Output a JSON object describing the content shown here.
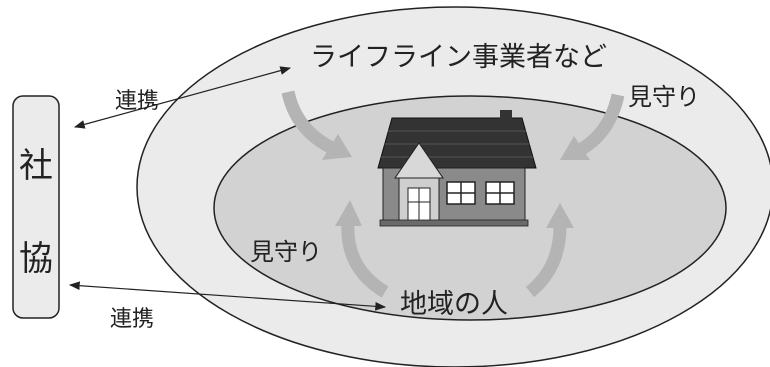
{
  "diagram": {
    "outer_label": "ライフライン事業者など",
    "inner_label": "地域の人",
    "watch_outer": "見守り",
    "watch_inner": "見守り",
    "link_top": "連携",
    "link_bottom": "連携",
    "shakyo_char1": "社",
    "shakyo_char2": "協"
  },
  "colors": {
    "outer_fill": "#ebebeb",
    "inner_fill": "#d2d2d2",
    "arrow_fill": "#b4b4b4",
    "roof": "#333333",
    "wall": "#8a8a8a",
    "stroke": "#222222"
  }
}
